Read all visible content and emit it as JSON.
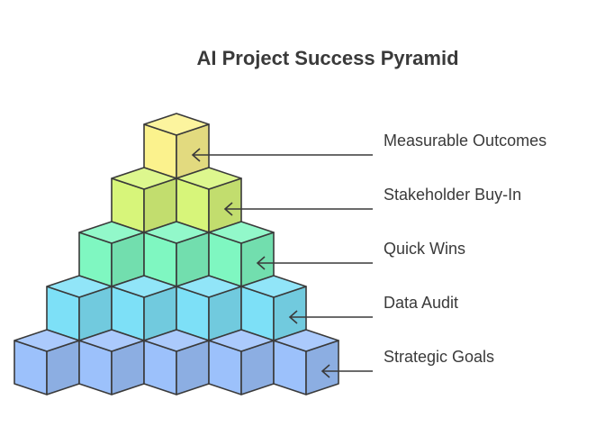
{
  "title": "AI Project Success Pyramid",
  "levels": [
    {
      "label": "Measurable Outcomes",
      "cubes": 1,
      "color": "#fbf28d"
    },
    {
      "label": "Stakeholder Buy-In",
      "cubes": 2,
      "color": "#d7f57a"
    },
    {
      "label": "Quick Wins",
      "cubes": 3,
      "color": "#7ff7c1"
    },
    {
      "label": "Data Audit",
      "cubes": 4,
      "color": "#7de0f7"
    },
    {
      "label": "Strategic Goals",
      "cubes": 5,
      "color": "#9cc1fb"
    }
  ],
  "colors": {
    "outline": "#3a3a3a",
    "text": "#3a3a3a"
  }
}
